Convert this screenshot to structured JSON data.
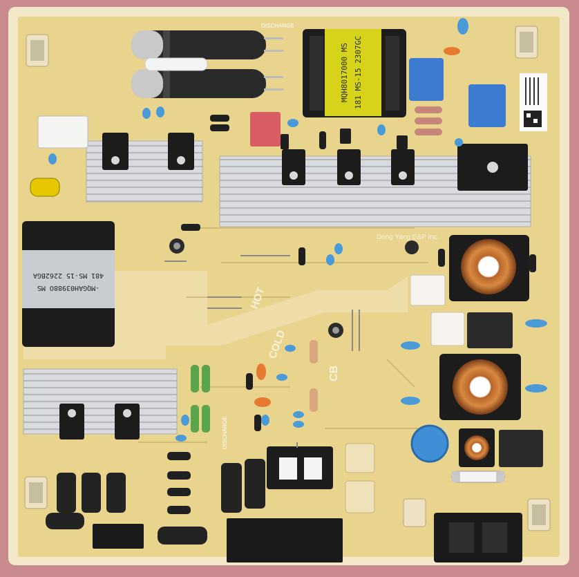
{
  "image": {
    "subject": "power-supply-circuit-board",
    "colors": {
      "background": "#c98a8e",
      "board": "#e9d48e",
      "board_edge": "#f2e7c6",
      "heatsink": "#d7d9dc",
      "transformer_core": "#1d1d1d",
      "yellow_label": "#d7d21a",
      "blue_cap": "#3f8ed6",
      "copper": "#c4722d",
      "electrolytic": "#2a2a2a"
    }
  },
  "texts": {
    "transformer_top_1": "MQH8017000 MS",
    "transformer_top_2": "181 MS-15 2307GC",
    "transformer_left_1": "-MQGAH03988O MS",
    "transformer_left_2": "481 MS-15 2262BGA",
    "hot_label": "HOT",
    "cold_label": "COLD",
    "cb_label": "CB",
    "maker_label": "Dong Yang E&P Inc.",
    "discharge_label": "DISCHARGE"
  }
}
